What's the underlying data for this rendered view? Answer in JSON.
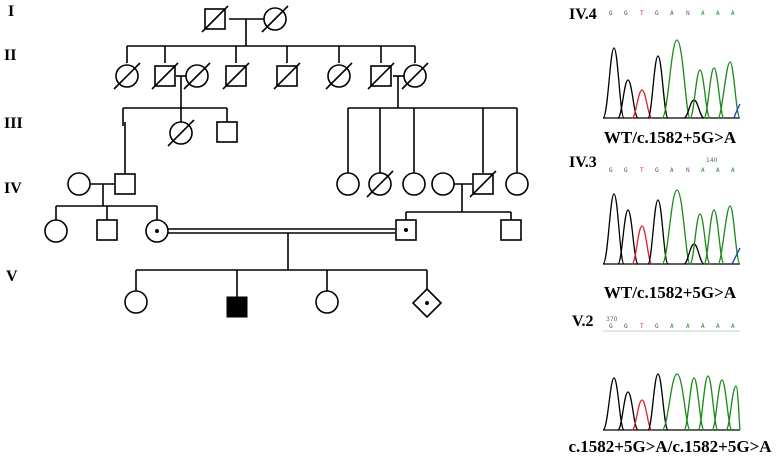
{
  "generations": [
    "I",
    "II",
    "III",
    "IV",
    "V"
  ],
  "panels": [
    {
      "title": "IV.4",
      "sequence": [
        "G",
        "G",
        "T",
        "G",
        "A",
        "N",
        "A",
        "A",
        "A"
      ],
      "position": "",
      "genotype": "WT/c.1582+5G>A"
    },
    {
      "title": "IV.3",
      "sequence": [
        "G",
        "G",
        "T",
        "G",
        "A",
        "N",
        "A",
        "A",
        "A"
      ],
      "position": "140",
      "genotype": "WT/c.1582+5G>A"
    },
    {
      "title": "V.2",
      "sequence": [
        "G",
        "G",
        "T",
        "G",
        "A",
        "A",
        "A",
        "A",
        "A"
      ],
      "position": "370",
      "genotype": "c.1582+5G>A/c.1582+5G>A"
    }
  ],
  "colors": {
    "line": "#000000",
    "affected": "#000000",
    "trace_G": "#000000",
    "trace_T": "#e0202a",
    "trace_A": "#1a8a1a",
    "trace_C": "#2233cc",
    "seq_G": "#444444",
    "seq_T": "#e0202a",
    "seq_A": "#1a8a1a",
    "seq_N": "#666666"
  }
}
